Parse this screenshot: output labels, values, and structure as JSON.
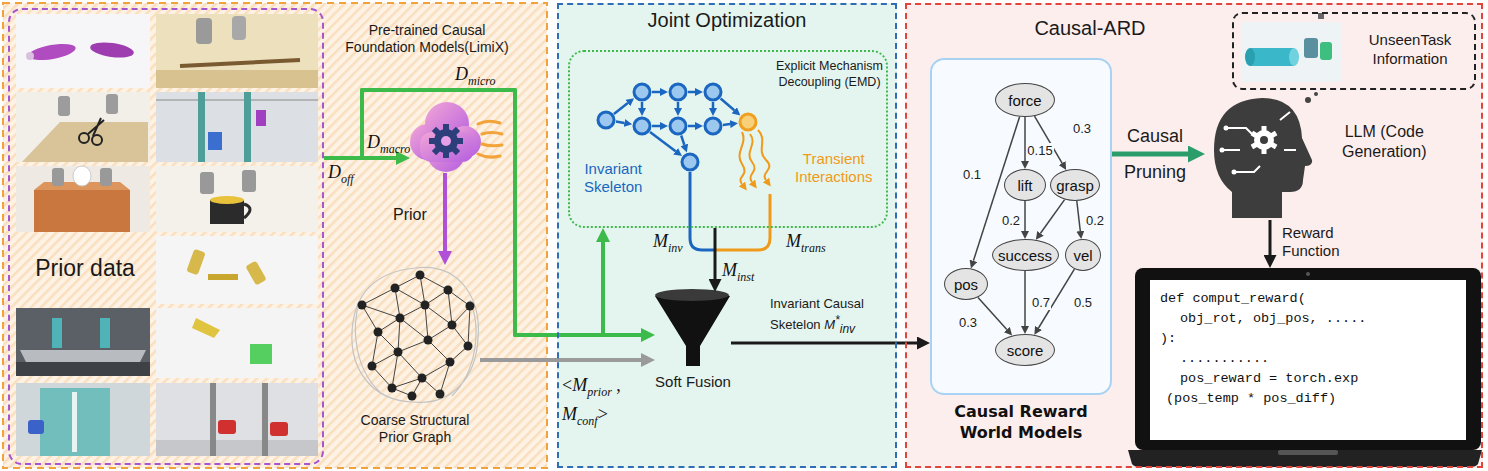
{
  "diagram": {
    "nodes": [
      {
        "text": [
          "Prior data"
        ]
      },
      {
        "text": [
          "Pre-trained Causal Foundation Models(LimiX)"
        ]
      },
      {
        "text": [
          "Coarse Structural Prior Graph"
        ]
      },
      {
        "text": [
          "Joint Optimization"
        ]
      },
      {
        "text": [
          "Explicit Mechanism Decoupling (EMD)",
          "Invariant Skeleton",
          "Transient Interactions"
        ],
        "in": 3
      },
      {
        "text": [
          "Soft Fusion"
        ],
        "in": 3
      },
      {
        "text": [
          "Causal-ARD"
        ]
      },
      {
        "text": [
          "Causal Reward World Models"
        ],
        "in": 6
      },
      {
        "text": [
          "force"
        ],
        "in": 7
      },
      {
        "text": [
          "lift"
        ],
        "in": 7
      },
      {
        "text": [
          "grasp"
        ],
        "in": 7
      },
      {
        "text": [
          "pos"
        ],
        "in": 7
      },
      {
        "text": [
          "success"
        ],
        "in": 7
      },
      {
        "text": [
          "vel"
        ],
        "in": 7
      },
      {
        "text": [
          "score"
        ],
        "in": 7
      },
      {
        "text": [
          "UnseenTask Information"
        ],
        "in": 6
      },
      {
        "text": [
          "LLM (Code Generation)"
        ],
        "in": 6
      },
      {
        "text": [
          "def comput_reward(",
          "obj_rot, obj_pos, .....",
          "):",
          "...........",
          "pos_reward = torch.exp",
          "(pos_temp * pos_diff)"
        ],
        "in": 6
      }
    ],
    "edges": [
      {
        "from": 0,
        "to": 1,
        "label": "Dmacro",
        "arrow": "to"
      },
      {
        "from": 0,
        "to": 5,
        "label": "Dmicro",
        "arrow": "to"
      },
      {
        "from": 0,
        "to": 4,
        "arrow": "to"
      },
      {
        "from": 1,
        "to": 2,
        "label": "Prior",
        "arrow": "to"
      },
      {
        "from": 2,
        "to": 5,
        "label": "<Mprior , Mconf>",
        "arrow": "to"
      },
      {
        "from": 4,
        "to": 5,
        "label": "Minst",
        "arrow": "to"
      },
      {
        "from": 5,
        "to": 7,
        "label": "Invariant Causal Sketelon M*inv",
        "arrow": "to"
      },
      {
        "from": 8,
        "to": 9,
        "label": "0.15",
        "arrow": "to"
      },
      {
        "from": 8,
        "to": 10,
        "label": "0.3",
        "arrow": "to"
      },
      {
        "from": 8,
        "to": 11,
        "label": "0.1",
        "arrow": "to"
      },
      {
        "from": 9,
        "to": 12,
        "label": "0.2",
        "arrow": "to"
      },
      {
        "from": 10,
        "to": 12,
        "arrow": "to"
      },
      {
        "from": 10,
        "to": 13,
        "label": "0.2",
        "arrow": "to"
      },
      {
        "from": 11,
        "to": 14,
        "label": "0.3",
        "arrow": "to"
      },
      {
        "from": 12,
        "to": 14,
        "label": "0.7",
        "arrow": "to"
      },
      {
        "from": 13,
        "to": 14,
        "label": "0.5",
        "arrow": "to"
      },
      {
        "from": 7,
        "to": 16,
        "label": "Causal Pruning",
        "arrow": "to"
      },
      {
        "from": 16,
        "to": 17,
        "label": "Reward Function",
        "arrow": "to"
      }
    ],
    "labels": [
      "Doff",
      "Minv",
      "Mtrans"
    ]
  }
}
